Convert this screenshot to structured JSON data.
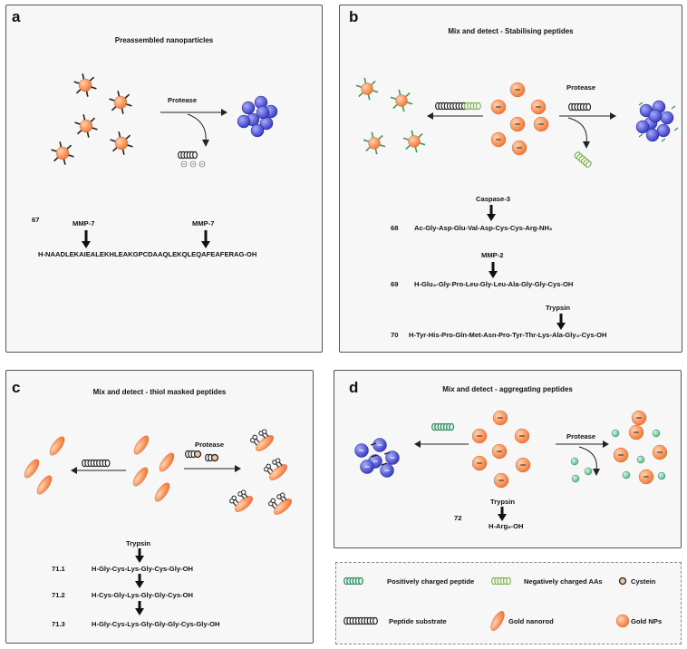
{
  "panels": {
    "a": {
      "label": "a",
      "title": "Preassembled nanoparticles",
      "protease": "Protease",
      "entry_number": "67",
      "enzyme1": "MMP-7",
      "enzyme2": "MMP-7",
      "sequence": "H-NAADLEKAIEALEKHLEAKGPCDAAQLEKQLEQAFEAFERAG-OH"
    },
    "b": {
      "label": "b",
      "title": "Mix and detect - Stabilising peptides",
      "protease": "Protease",
      "rows": [
        {
          "enzyme": "Caspase-3",
          "number": "68",
          "sequence": "Ac-Gly-Asp-Glu-Val-Asp-Cys-Cys-Arg-NH₂"
        },
        {
          "enzyme": "MMP-2",
          "number": "69",
          "sequence": "H-Glu₄-Gly-Pro-Leu-Gly-Leu-Ala-Gly-Gly-Cys-OH"
        },
        {
          "enzyme": "Trypsin",
          "number": "70",
          "sequence": "H-Tyr-His-Pro-Gln-Met-Asn-Pro-Tyr-Thr-Lys-Ala-Gly₃-Cys-OH"
        }
      ]
    },
    "c": {
      "label": "c",
      "title": "Mix and detect - thiol masked peptides",
      "protease": "Protease",
      "enzyme": "Trypsin",
      "rows": [
        {
          "number": "71.1",
          "sequence": "H-Gly-Cys-Lys-Gly-Cys-Gly-OH"
        },
        {
          "number": "71.2",
          "sequence": "H-Cys-Gly-Lys-Gly-Gly-Cys-OH"
        },
        {
          "number": "71.3",
          "sequence": "H-Gly-Cys-Lys-Gly-Gly-Gly-Cys-Gly-OH"
        }
      ]
    },
    "d": {
      "label": "d",
      "title": "Mix and detect - aggregating peptides",
      "protease": "Protease",
      "enzyme": "Trypsin",
      "number": "72",
      "sequence": "H-Arg₆-OH"
    }
  },
  "legend": {
    "items": [
      {
        "label": "Positively charged peptide",
        "icon": "positive-peptide-icon"
      },
      {
        "label": "Negatively charged AAs",
        "icon": "negative-aa-icon"
      },
      {
        "label": "Cystein",
        "icon": "cystein-icon"
      },
      {
        "label": "Peptide substrate",
        "icon": "peptide-substrate-icon"
      },
      {
        "label": "Gold nanorod",
        "icon": "gold-nanorod-icon"
      },
      {
        "label": "Gold NPs",
        "icon": "gold-np-icon"
      }
    ]
  },
  "colors": {
    "gold": "#f27a3a",
    "gold_light": "#ffd2b0",
    "aggregate": "#3a3ec2",
    "green": "#5fb88c",
    "neg_green": "#9bc96a",
    "panel_bg": "#f7f7f7"
  }
}
